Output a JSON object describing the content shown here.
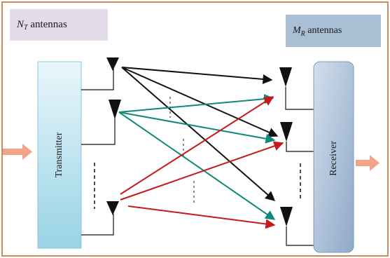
{
  "tx_label": {
    "symbol": "N",
    "subscript": "T",
    "text": " antennas"
  },
  "rx_label": {
    "symbol": "M",
    "subscript": "R",
    "text": " antennas"
  },
  "transmitter": "Transmitter",
  "receiver": "Receiver",
  "colors": {
    "frame": "#c98a5c",
    "tx_block_top": "#e9f6fb",
    "tx_block_bottom": "#99d3e6",
    "rx_block_top": "#c9d7e8",
    "rx_block_bottom": "#8ea9c9",
    "io_arrow": "#f0a58a",
    "path_black": "#111111",
    "path_teal": "#0f8a7a",
    "path_red": "#c81818"
  }
}
